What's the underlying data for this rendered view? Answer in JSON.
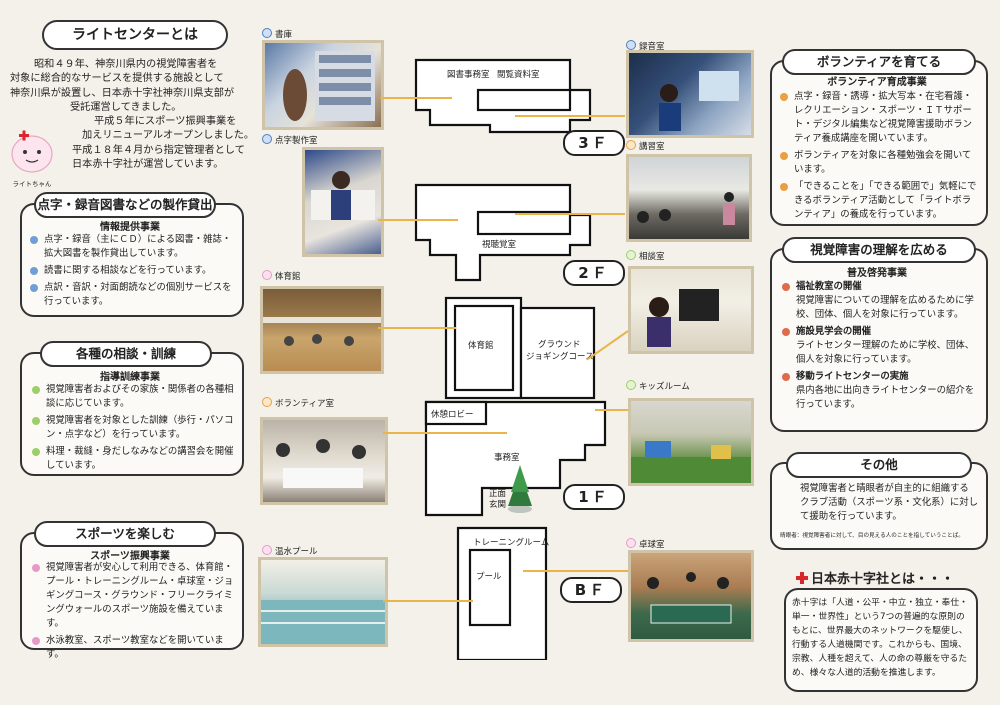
{
  "intro": {
    "title": "ライトセンターとは",
    "lines": [
      "昭和４９年、神奈川県内の視覚障害者を",
      "対象に総合的なサービスを提供する施設として",
      "神奈川県が設置し、日本赤十字社神奈川県支部が",
      "受託運営してきました。",
      "平成５年にスポーツ振興事業を",
      "加えリニューアルオープンしました。",
      "平成１８年４月から指定管理者として",
      "日本赤十字社が運営しています。"
    ],
    "mascot_label": "ライトちゃん"
  },
  "sections": {
    "production": {
      "title": "点字・録音図書などの製作貸出",
      "subtitle": "情報提供事業",
      "items": [
        "点字・録音（主にＣＤ）による図書・雑誌・拡大図書を製作貸出しています。",
        "読書に関する相談などを行っています。",
        "点訳・音訳・対面朗読などの個別サービスを行っています。"
      ]
    },
    "consult": {
      "title": "各種の相談・訓練",
      "subtitle": "指導訓練事業",
      "items": [
        "視覚障害者およびその家族・関係者の各種相談に応じています。",
        "視覚障害者を対象とした訓練（歩行・パソコン・点字など）を行っています。",
        "料理・裁縫・身だしなみなどの講習会を開催しています。"
      ]
    },
    "sports": {
      "title": "スポーツを楽しむ",
      "subtitle": "スポーツ振興事業",
      "items": [
        "視覚障害者が安心して利用できる、体育館・プール・トレーニングルーム・卓球室・ジョギングコース・グラウンド・フリークライミングウォールのスポーツ施設を備えています。",
        "水泳教室、スポーツ教室などを開いています。"
      ]
    },
    "volunteer": {
      "title": "ボランティアを育てる",
      "subtitle": "ボランティア育成事業",
      "items": [
        "点字・録音・誘導・拡大写本・在宅看護・レクリエーション・スポーツ・ＩＴサポート・デジタル編集など視覚障害援助ボランティア養成講座を開いています。",
        "ボランティアを対象に各種勉強会を開いています。",
        "「できることを」「できる範囲で」気軽にできるボランティア活動として「ライトボランティア」の養成を行っています。"
      ]
    },
    "understanding": {
      "title": "視覚障害の理解を広める",
      "subtitle": "普及啓発事業",
      "items": [
        {
          "head": "福祉教室の開催",
          "body": "視覚障害についての理解を広めるために学校、団体、個人を対象に行っています。"
        },
        {
          "head": "施設見学会の開催",
          "body": "ライトセンター理解のために学校、団体、個人を対象に行っています。"
        },
        {
          "head": "移動ライトセンターの実施",
          "body": "県内各地に出向きライトセンターの紹介を行っています。"
        }
      ]
    },
    "other": {
      "title": "その他",
      "text": "視覚障害者と晴眼者が自主的に組織するクラブ活動（スポーツ系・文化系）に対して援助を行っています。",
      "note": "晴眼者：視覚障害者に対して、目の見える人のことを指していうことば。"
    },
    "redcross": {
      "title": "日本赤十字社とは・・・",
      "text": "赤十字は「人道・公平・中立・独立・奉仕・単一・世界性」という7つの普遍的な原則のもとに、世界最大のネットワークを駆使し、行動する人道機関です。これからも、国境、宗教、人種を超えて、人の命の尊厳を守るため、様々な人道的活動を推進します。"
    }
  },
  "photos": {
    "library": "書庫",
    "recording": "録音室",
    "braille": "点字製作室",
    "lecture": "講習室",
    "consult": "相談室",
    "gym": "体育館",
    "kids": "キッズルーム",
    "volunteer": "ボランティア室",
    "pool": "温水プール",
    "pingpong": "卓球室"
  },
  "floorplan": {
    "floors": [
      "3Ｆ",
      "2Ｆ",
      "1Ｆ",
      "BＦ"
    ],
    "rooms": {
      "f3_a": "図書事務室",
      "f3_b": "閲覧資料室",
      "f2_a": "視聴覚室",
      "gym": "体育館",
      "ground": "グラウンド",
      "jogging": "ジョギングコース",
      "lobby": "休憩ロビー",
      "office": "事務室",
      "entrance_1": "正面",
      "entrance_2": "玄関",
      "training": "トレーニングルーム",
      "pool": "プール"
    }
  },
  "colors": {
    "bullet_blue": "#6f9fd6",
    "bullet_green": "#9ccf6a",
    "bullet_pink": "#e59ac8",
    "bullet_orange": "#e9a040",
    "bullet_red": "#e06a4a",
    "connector": "#e9b44a",
    "cross": "#d8262b"
  }
}
